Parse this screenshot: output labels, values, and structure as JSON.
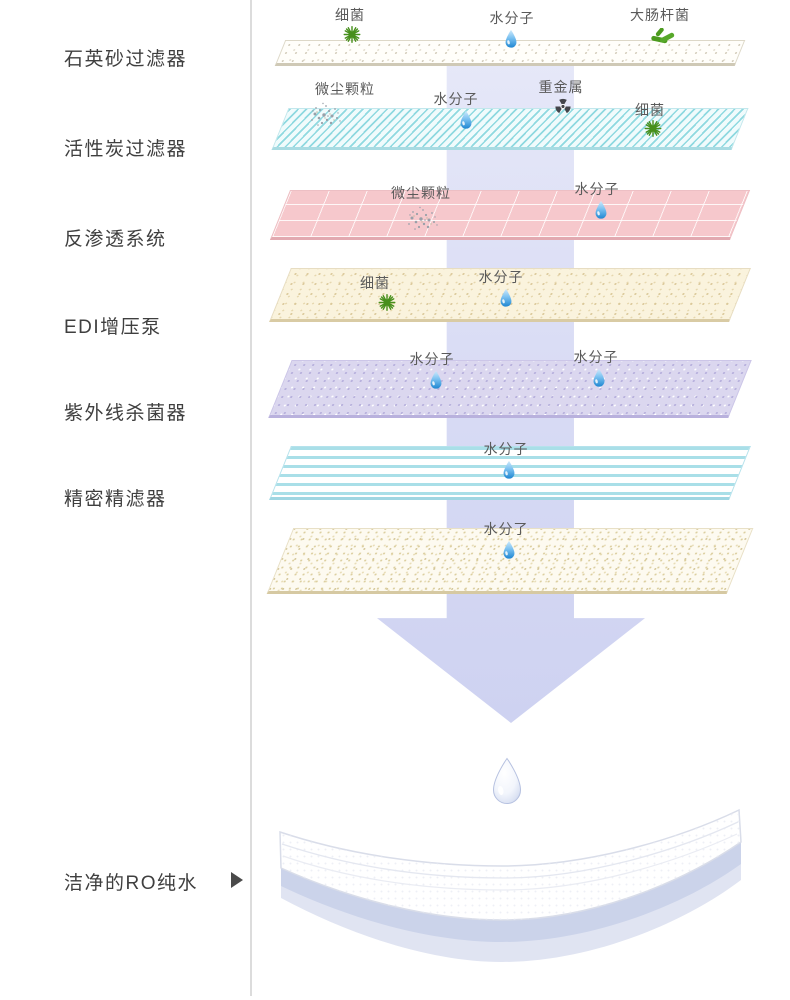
{
  "diagram": {
    "stages": {
      "quartz": "石英砂过滤器",
      "carbon": "活性炭过滤器",
      "ro": "反渗透系统",
      "edi": "EDI增压泵",
      "uv": "紫外线杀菌器",
      "precision": "精密精滤器",
      "pure_water": "洁净的RO纯水"
    },
    "particles": {
      "bacteria": "细菌",
      "water": "水分子",
      "ecoli": "大肠杆菌",
      "dust": "微尘颗粒",
      "heavy_metal": "重金属",
      "water_alt": "水分了"
    },
    "icons": {
      "bacteria": "bacteria-starburst",
      "water": "water-drop",
      "ecoli": "ecoli-rods",
      "dust": "dust-particle-cluster",
      "heavy_metal": "radiation-trefoil",
      "pointer": "right-pointing-triangle"
    },
    "colors": {
      "arrow_lavender": "#d7daf4",
      "drop_blue": "#1f86d1",
      "bacteria_green": "#478f1c",
      "layer_carbon": "#8fd9e0",
      "layer_ro": "#f6c8cc",
      "layer_edi": "#faf3dd",
      "layer_uv": "#dbd7ef",
      "layer_precision": "#a9dfe8",
      "pad_shadow": "#cbd3ea"
    }
  }
}
